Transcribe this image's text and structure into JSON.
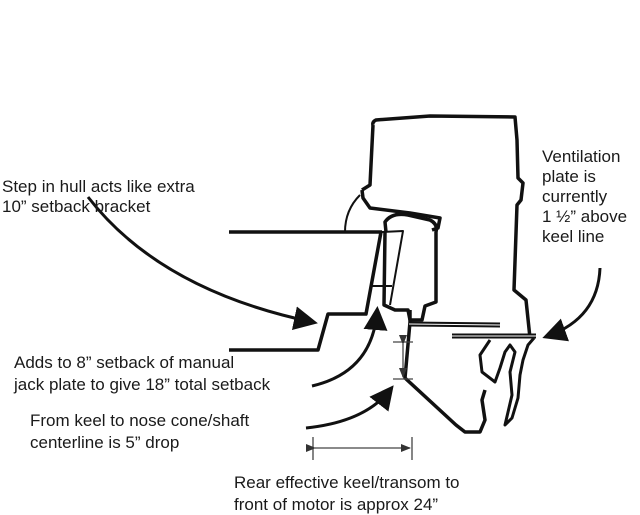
{
  "labels": {
    "step_hull": [
      "Step in hull acts like extra",
      "10” setback bracket"
    ],
    "ventilation": [
      "Ventilation",
      "plate is",
      "currently",
      "1 ½” above",
      "keel line"
    ],
    "adds": [
      "Adds to 8” setback of manual",
      "jack plate to give 18” total setback"
    ],
    "keel_drop": [
      "From keel to nose cone/shaft",
      "centerline is 5” drop"
    ],
    "rear_keel": [
      "Rear effective keel/transom to",
      "front of motor is approx 24”"
    ]
  }
}
